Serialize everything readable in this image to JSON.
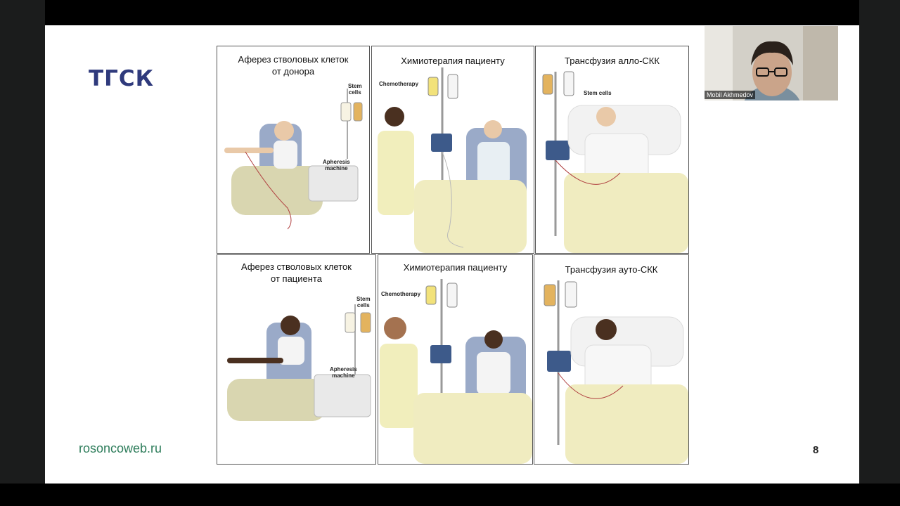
{
  "slide": {
    "title": "ТГСК",
    "site": "rosoncoweb.ru",
    "page_number": "8"
  },
  "panels": [
    {
      "title": "Аферез стволовых клеток\nот донора",
      "labels": [
        "Stem\ncells",
        "Apheresis\nmachine"
      ]
    },
    {
      "title": "Химиотерапия пациенту",
      "labels": [
        "Chemotherapy"
      ]
    },
    {
      "title": "Трансфузия алло-СКК",
      "labels": [
        "Stem cells"
      ]
    },
    {
      "title": "Аферез стволовых клеток\nот пациента",
      "labels": [
        "Stem\ncells",
        "Apheresis\nmachine"
      ]
    },
    {
      "title": "Химиотерапия пациенту",
      "labels": [
        "Chemotherapy"
      ]
    },
    {
      "title": "Трансфузия ауто-СКК",
      "labels": []
    }
  ],
  "video": {
    "participant_name": "Mobil Akhmedov"
  },
  "colors": {
    "title": "#2f3a7c",
    "site": "#2e7d5b",
    "blanket": "#f0ecc0",
    "pump": "#3d5a8a"
  }
}
